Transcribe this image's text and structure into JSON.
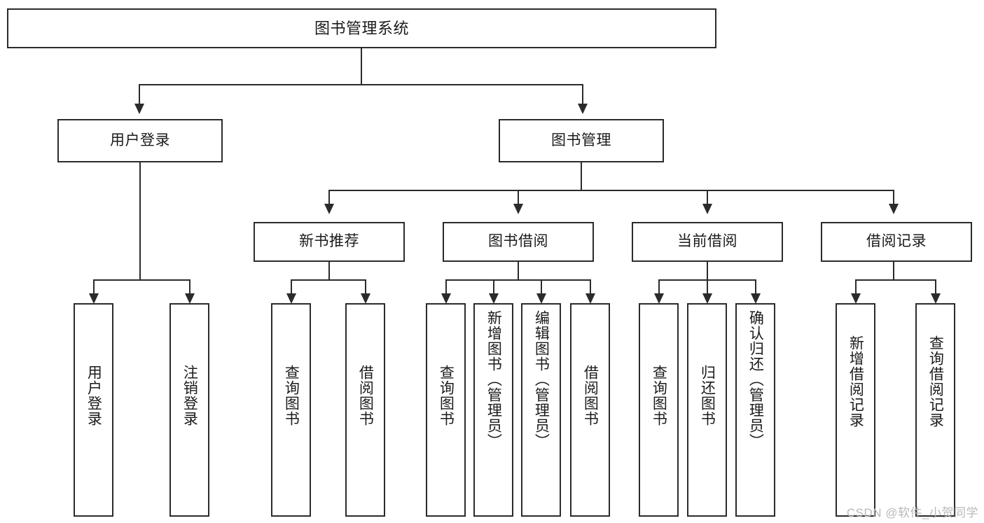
{
  "diagram": {
    "type": "tree",
    "title": "图书管理系统",
    "watermark": "CSDN @软件_小贺同学",
    "root": {
      "label": "图书管理系统"
    },
    "level1": [
      {
        "id": "user-login",
        "label": "用户登录"
      },
      {
        "id": "book-manage",
        "label": "图书管理"
      }
    ],
    "level2": [
      {
        "id": "new-book-recommend",
        "label": "新书推荐"
      },
      {
        "id": "book-borrow",
        "label": "图书借阅"
      },
      {
        "id": "current-borrow",
        "label": "当前借阅"
      },
      {
        "id": "borrow-record",
        "label": "借阅记录"
      }
    ],
    "leaves": {
      "user_login": [
        {
          "id": "leaf-user-login",
          "label": "用户登录"
        },
        {
          "id": "leaf-logout-login",
          "label": "注销登录"
        }
      ],
      "new_book_recommend": [
        {
          "id": "leaf-query-book-1",
          "label": "查询图书"
        },
        {
          "id": "leaf-borrow-book-1",
          "label": "借阅图书"
        }
      ],
      "book_borrow": [
        {
          "id": "leaf-query-book-2",
          "label": "查询图书"
        },
        {
          "id": "leaf-add-book",
          "label": "新增图书（管理员）"
        },
        {
          "id": "leaf-edit-book",
          "label": "编辑图书（管理员）"
        },
        {
          "id": "leaf-borrow-book-2",
          "label": "借阅图书"
        }
      ],
      "current_borrow": [
        {
          "id": "leaf-query-book-3",
          "label": "查询图书"
        },
        {
          "id": "leaf-return-book",
          "label": "归还图书"
        },
        {
          "id": "leaf-confirm-return",
          "label": "确认归还（管理员）"
        }
      ],
      "borrow_record": [
        {
          "id": "leaf-add-record",
          "label": "新增借阅记录"
        },
        {
          "id": "leaf-query-record",
          "label": "查询借阅记录"
        }
      ]
    },
    "colors": {
      "stroke": "#2b2b2b",
      "fill": "#ffffff",
      "text": "#1b1b1b",
      "watermark": "#b9b9b9"
    }
  }
}
